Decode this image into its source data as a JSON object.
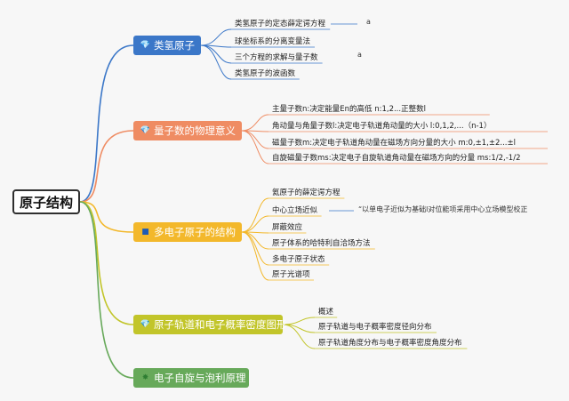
{
  "root": {
    "label": "原子结构"
  },
  "colors": {
    "blue": "#3b77c8",
    "orange": "#ef8c63",
    "yellow": "#f3b82b",
    "olive": "#c2c52a",
    "green": "#67a95a",
    "rootBorder": "#2f2f2f",
    "line": "#9a9a9a"
  },
  "icons": {
    "branch1": "diamond-icon",
    "branch2": "diamond-icon",
    "branch3": "square-icon",
    "branch4": "diamond-icon",
    "branch5": "star-icon"
  },
  "branches": [
    {
      "label": "类氢原子",
      "items": [
        {
          "text": "类氢原子的定态薛定谔方程",
          "note": "a"
        },
        {
          "text": "球坐标系的分离变量法"
        },
        {
          "text": "三个方程的求解与量子数",
          "note": "a"
        },
        {
          "text": "类氢原子的波函数"
        }
      ]
    },
    {
      "label": "量子数的物理意义",
      "items": [
        {
          "text": "主量子数n:决定能量En的高低 n:1,2...正整数l"
        },
        {
          "text": "角动量与角量子数l:决定电子轨道角动量的大小 l:0,1,2,...（n-1）"
        },
        {
          "text": "磁量子数m:决定电子轨道角动量在磁场方向分量的大小 m:0,±1,±2...±l"
        },
        {
          "text": "自旋磁量子数ms:决定电子自旋轨道角动量在磁场方向的分量 ms:1/2,-1/2"
        }
      ]
    },
    {
      "label": "多电子原子的结构",
      "items": [
        {
          "text": "氦原子的薛定谔方程"
        },
        {
          "text": "中心立场近似",
          "note": "“以单电子近似为基础l对位能项采用中心立场模型校正"
        },
        {
          "text": "屏蔽效应"
        },
        {
          "text": "原子体系的哈特利自洽场方法"
        },
        {
          "text": "多电子原子状态"
        },
        {
          "text": "原子光谱项"
        }
      ]
    },
    {
      "label": "原子轨道和电子概率密度图形",
      "items": [
        {
          "text": "概述"
        },
        {
          "text": "原子轨道与电子概率密度径向分布"
        },
        {
          "text": "原子轨道角度分布与电子概率密度角度分布"
        }
      ]
    },
    {
      "label": "电子自旋与泡利原理",
      "items": []
    }
  ]
}
